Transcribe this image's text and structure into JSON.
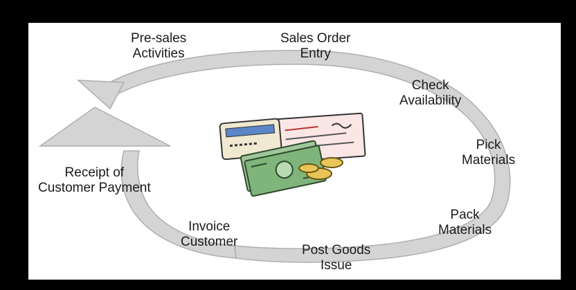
{
  "diagram": {
    "steps": [
      {
        "id": "presales",
        "lines": [
          "Pre-sales",
          "Activities"
        ]
      },
      {
        "id": "sales-order",
        "lines": [
          "Sales Order",
          "Entry"
        ]
      },
      {
        "id": "check-availability",
        "lines": [
          "Check",
          "Availability"
        ]
      },
      {
        "id": "pick-materials",
        "lines": [
          "Pick",
          "Materials"
        ]
      },
      {
        "id": "pack-materials",
        "lines": [
          "Pack",
          "Materials"
        ]
      },
      {
        "id": "post-goods-issue",
        "lines": [
          "Post Goods",
          "Issue"
        ]
      },
      {
        "id": "invoice-customer",
        "lines": [
          "Invoice",
          "Customer"
        ]
      },
      {
        "id": "receipt-payment",
        "lines": [
          "Receipt of",
          "Customer Payment"
        ]
      }
    ],
    "center_image": "money-clipart-icon",
    "colors": {
      "arrow_fill": "#d4d4d4",
      "arrow_stroke": "#aeaeae",
      "background": "#ffffff",
      "frame": "#000000"
    }
  }
}
